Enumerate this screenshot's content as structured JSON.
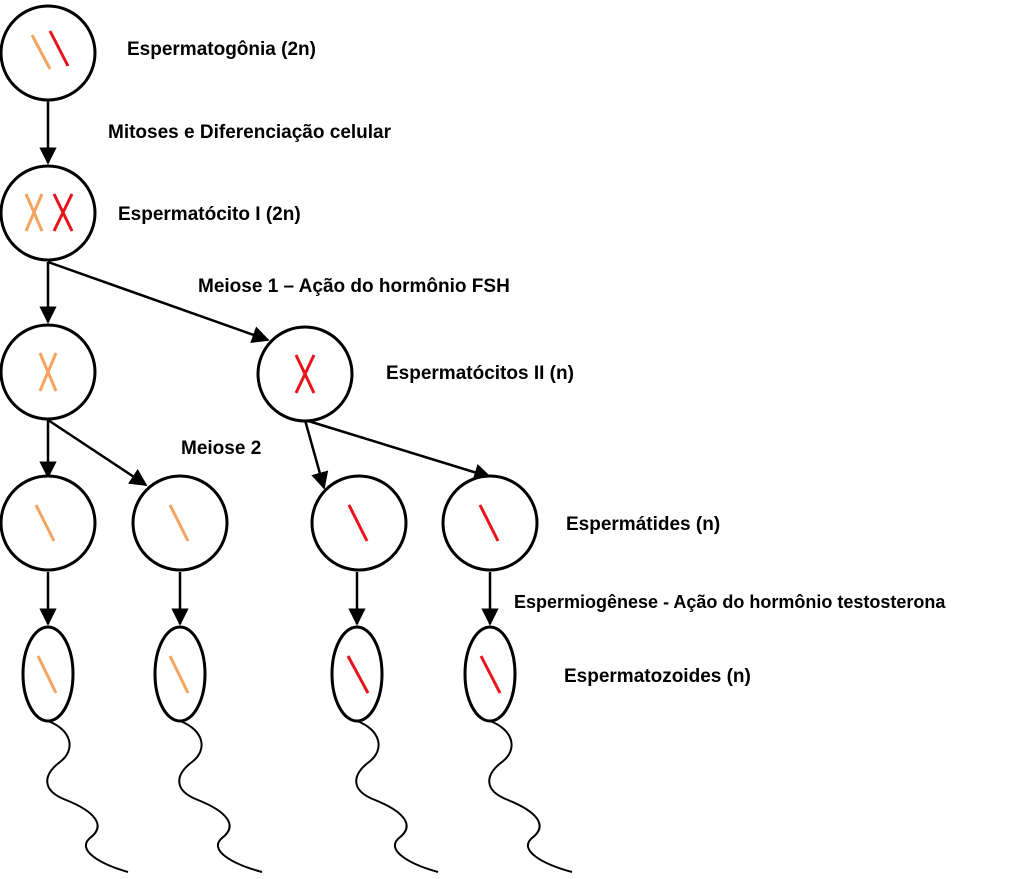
{
  "labels": {
    "spermatogonia": "Espermatogônia (2n)",
    "mitosis": "Mitoses e Diferenciação celular",
    "primary_spermatocyte": "Espermatócito I (2n)",
    "meiosis1": "Meiose 1 – Ação do hormônio FSH",
    "secondary_spermatocytes": "Espermatócitos II (n)",
    "meiosis2": "Meiose 2",
    "spermatids": "Espermátides (n)",
    "spermiogenesis": "Espermiogênese  - Ação do hormônio testosterona",
    "spermatozoa": "Espermatozoides (n)"
  },
  "colors": {
    "orange": "#f4a460",
    "red": "#e8141c",
    "outline": "#000000"
  }
}
